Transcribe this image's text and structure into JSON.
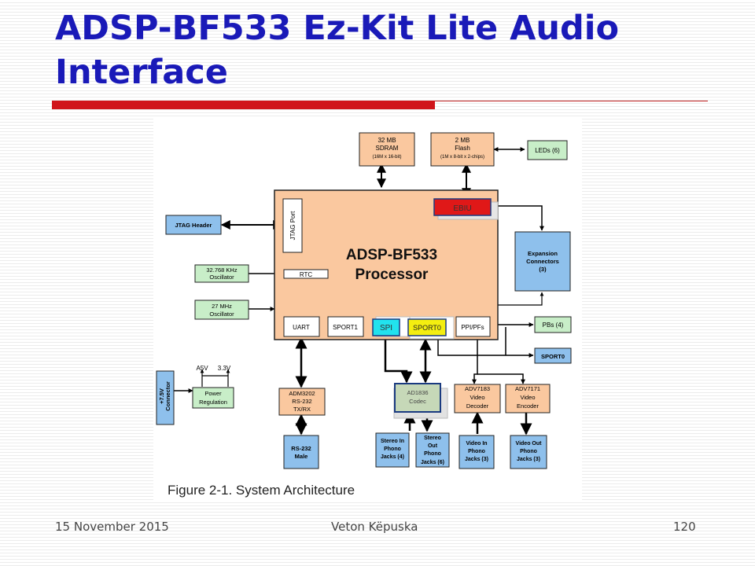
{
  "slide": {
    "title": "ADSP-BF533 Ez-Kit Lite Audio Interface",
    "accent_color": "#1a1ab8",
    "rule_color": "#d0141a"
  },
  "diagram": {
    "caption": "Figure 2-1. System Architecture",
    "processor": {
      "line1": "ADSP-BF533",
      "line2": "Processor"
    },
    "blocks": {
      "sdram": [
        "32 MB",
        "SDRAM",
        "(16M x 16-bit)"
      ],
      "flash": [
        "2 MB",
        "Flash",
        "(1M x 8-bit x 2-chips)"
      ],
      "leds": "LEDs (6)",
      "jtag_header": "JTAG Header",
      "jtag_port": "JTAG Port",
      "osc32": [
        "32.768 KHz",
        "Oscillator"
      ],
      "osc27": [
        "27 MHz",
        "Oscillator"
      ],
      "rtc": "RTC",
      "expansion": [
        "Expansion",
        "Connectors",
        "(3)"
      ],
      "uart": "UART",
      "sport1": "SPORT1",
      "spi": "SPI",
      "sport0": "SPORT0",
      "ppi": "PPI/PFs",
      "ebiu": "EBIU",
      "pbs": "PBs (4)",
      "sport0_ext": "SPORT0",
      "power_connector": [
        "+7.5V",
        "Connector"
      ],
      "power_regulation": [
        "Power",
        "Regulation"
      ],
      "v5": "A5V",
      "v33": "3.3V",
      "adm3202": [
        "ADM3202",
        "RS-232",
        "TX/RX"
      ],
      "rs232_male": [
        "RS-232",
        "Male"
      ],
      "ad1836": [
        "AD1836",
        "Codec"
      ],
      "adv7183": [
        "ADV7183",
        "Video",
        "Decoder"
      ],
      "adv7171": [
        "ADV7171",
        "Video",
        "Encoder"
      ],
      "stereo_in": [
        "Stereo In",
        "Phono",
        "Jacks (4)"
      ],
      "stereo_out": [
        "Stereo",
        "Out",
        "Phono",
        "Jacks (6)"
      ],
      "video_in": [
        "Video In",
        "Phono",
        "Jacks (3)"
      ],
      "video_out": [
        "Video Out",
        "Phono",
        "Jacks (3)"
      ]
    },
    "colors": {
      "processor": "#fac89f",
      "memory": "#fac89f",
      "green": "#c8eec8",
      "blue": "#8ec0ec",
      "ebiu": "#e01818",
      "spi": "#22e2ee",
      "sport0": "#f4ee10",
      "codec": "#c6d8b8"
    }
  },
  "footer": {
    "date": "15 November 2015",
    "author": "Veton Këpuska",
    "page": "120"
  }
}
